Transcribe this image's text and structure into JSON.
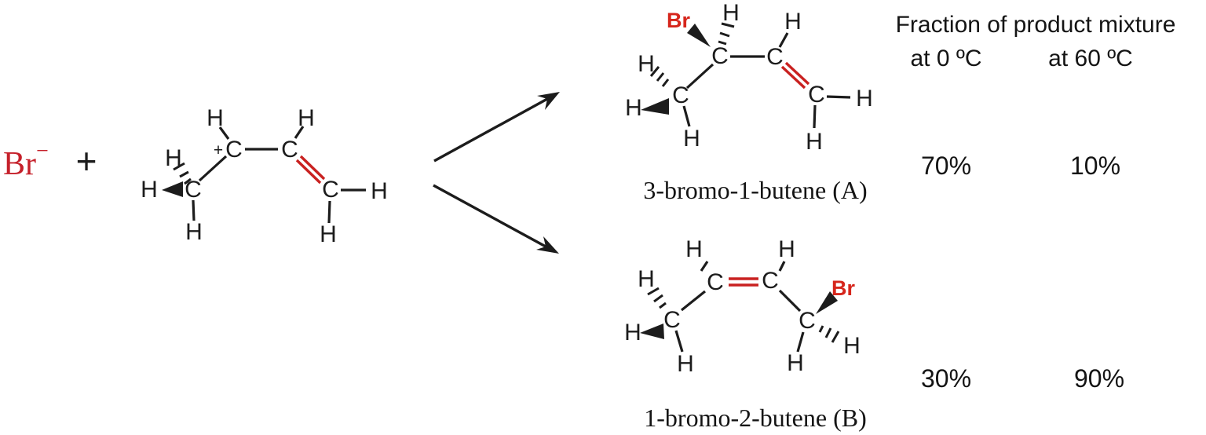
{
  "figure": {
    "background": "#ffffff",
    "colors": {
      "bromide_ion": "#c5202a",
      "bromine_label": "#d6261c",
      "double_bond": "#c92120",
      "ink": "#1c1c1c"
    }
  },
  "reactants": {
    "bromide_symbol": "Br",
    "bromide_charge": "−",
    "plus_sign": "+"
  },
  "atom_labels": {
    "hydrogen": "H",
    "carbon": "C",
    "bromine": "Br",
    "positive_charge": "+"
  },
  "products": {
    "a": {
      "name": "3-bromo-1-butene (A)",
      "fraction_at_0c": "70%",
      "fraction_at_60c": "10%"
    },
    "b": {
      "name": "1-bromo-2-butene (B)",
      "fraction_at_0c": "30%",
      "fraction_at_60c": "90%"
    }
  },
  "results_table": {
    "title": "Fraction of product mixture",
    "column_at_0c": "at 0 ºC",
    "column_at_60c": "at 60 ºC"
  }
}
